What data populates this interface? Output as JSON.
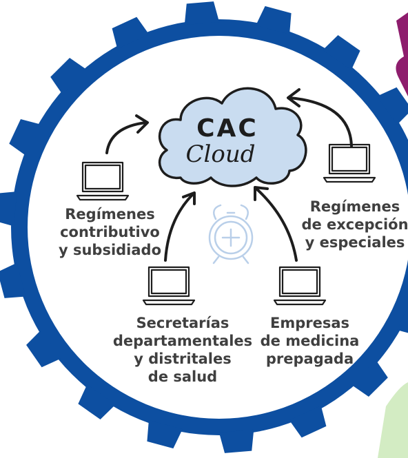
{
  "cloud": {
    "title": "CAC",
    "subtitle": "Cloud"
  },
  "sources": [
    {
      "id": "contributivo",
      "lines": [
        "Regímenes",
        "contributivo",
        "y subsidiado"
      ]
    },
    {
      "id": "excepcion",
      "lines": [
        "Regímenes",
        "de excepción",
        "y especiales"
      ]
    },
    {
      "id": "secretarias",
      "lines": [
        "Secretarías",
        "departamentales",
        "y distritales",
        "de salud"
      ]
    },
    {
      "id": "prepagada",
      "lines": [
        "Empresas",
        "de medicina",
        "prepagada"
      ]
    }
  ],
  "colors": {
    "gear": "#0d4fa1",
    "cloud_fill": "#c9dcf0",
    "ink": "#1d1d1d",
    "label_text": "#3f3f3f",
    "clock": "#b9cfe9",
    "accent_magenta": "#8e1d6d",
    "accent_green": "#d3ecc3"
  },
  "icons": [
    "laptop-icon",
    "alarm-clock-icon",
    "cloud-icon",
    "gear-frame"
  ]
}
